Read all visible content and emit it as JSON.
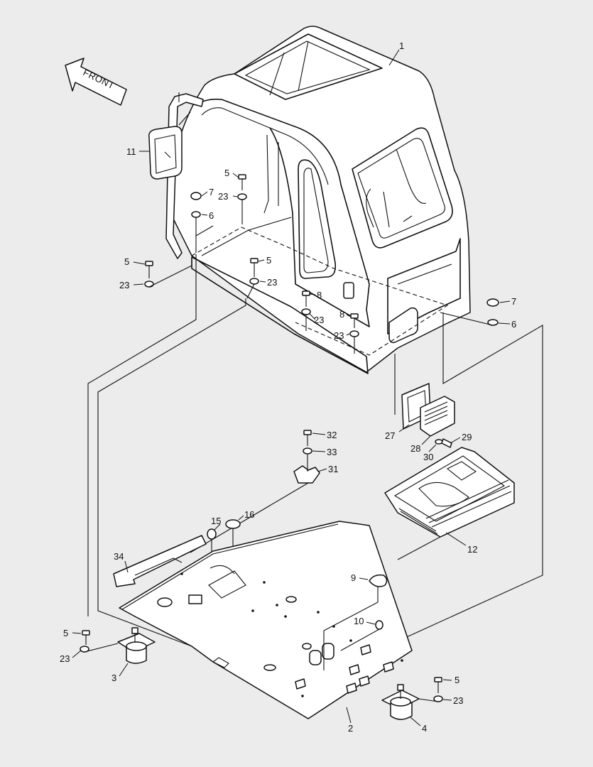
{
  "direction_label": "FRONT",
  "callouts": [
    {
      "id": "c1",
      "text": "1"
    },
    {
      "id": "c11",
      "text": "11"
    },
    {
      "id": "c5a",
      "text": "5"
    },
    {
      "id": "c7a",
      "text": "7"
    },
    {
      "id": "c23a",
      "text": "23"
    },
    {
      "id": "c6a",
      "text": "6"
    },
    {
      "id": "c5b",
      "text": "5"
    },
    {
      "id": "c23b",
      "text": "23"
    },
    {
      "id": "c5c",
      "text": "5"
    },
    {
      "id": "c23c",
      "text": "23"
    },
    {
      "id": "c8a",
      "text": "8"
    },
    {
      "id": "c23d",
      "text": "23"
    },
    {
      "id": "c8b",
      "text": "8"
    },
    {
      "id": "c23e",
      "text": "23"
    },
    {
      "id": "c7b",
      "text": "7"
    },
    {
      "id": "c6b",
      "text": "6"
    },
    {
      "id": "c27",
      "text": "27"
    },
    {
      "id": "c28",
      "text": "28"
    },
    {
      "id": "c29",
      "text": "29"
    },
    {
      "id": "c30",
      "text": "30"
    },
    {
      "id": "c32",
      "text": "32"
    },
    {
      "id": "c33",
      "text": "33"
    },
    {
      "id": "c31",
      "text": "31"
    },
    {
      "id": "c12",
      "text": "12"
    },
    {
      "id": "c15",
      "text": "15"
    },
    {
      "id": "c16",
      "text": "16"
    },
    {
      "id": "c34",
      "text": "34"
    },
    {
      "id": "c9",
      "text": "9"
    },
    {
      "id": "c10",
      "text": "10"
    },
    {
      "id": "c5d",
      "text": "5"
    },
    {
      "id": "c23f",
      "text": "23"
    },
    {
      "id": "c3",
      "text": "3"
    },
    {
      "id": "c2",
      "text": "2"
    },
    {
      "id": "c5e",
      "text": "5"
    },
    {
      "id": "c23g",
      "text": "23"
    },
    {
      "id": "c4",
      "text": "4"
    }
  ]
}
